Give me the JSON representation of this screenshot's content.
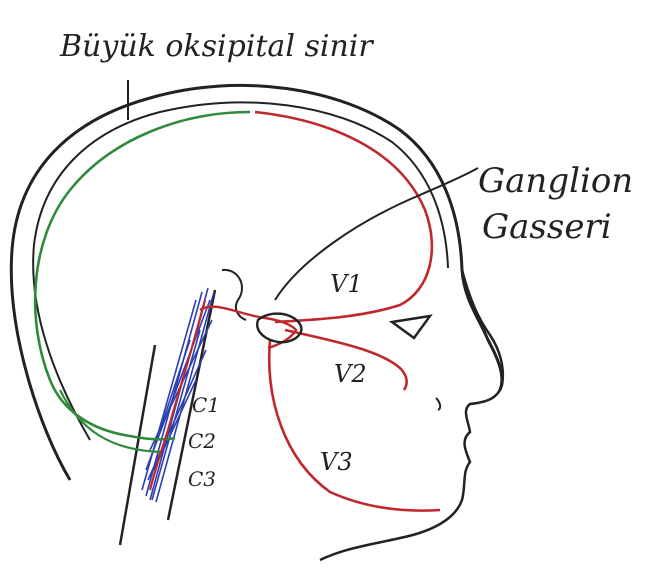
{
  "labels": {
    "top_nerve": "Büyük oksipital sinir",
    "ganglion_line1": "Ganglion",
    "ganglion_line2": "Gasseri",
    "v1": "V1",
    "v2": "V2",
    "v3": "V3",
    "c1": "C1",
    "c2": "C2",
    "c3": "C3"
  },
  "colors": {
    "outline": "#222222",
    "greater_occipital_nerve": "#2f8a3a",
    "trigeminal_nerve": "#c0282d",
    "cervical_plexus": "#2c3fb0"
  }
}
